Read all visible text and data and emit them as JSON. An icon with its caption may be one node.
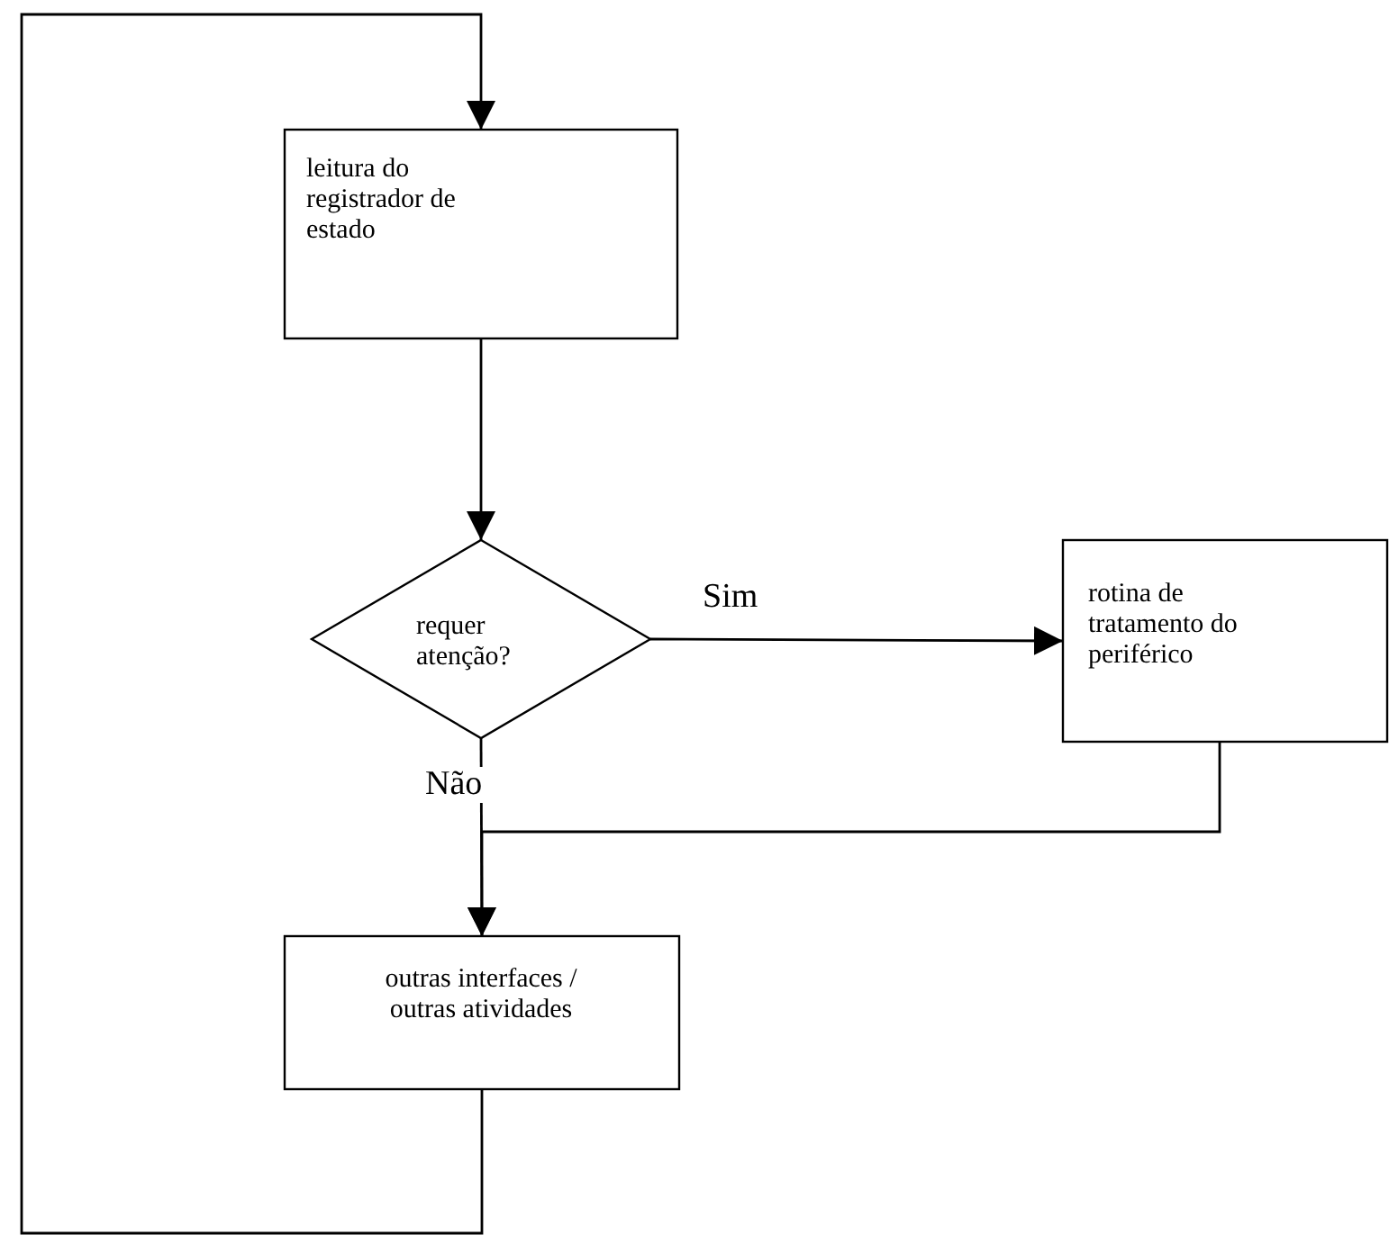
{
  "diagram": {
    "nodes": [
      {
        "text": [
          "leitura do registrador de estado"
        ]
      },
      {
        "text": [
          "requer atenção?"
        ]
      },
      {
        "text": [
          "rotina de tratamento do periférico"
        ]
      },
      {
        "text": [
          "outras interfaces / outras atividades"
        ]
      }
    ],
    "edges": [
      {
        "from": 0,
        "to": 1,
        "arrow": "to"
      },
      {
        "from": 1,
        "to": 2,
        "arrow": "to",
        "label": "Sim"
      },
      {
        "from": 1,
        "to": 3,
        "arrow": "to",
        "label": "Não"
      },
      {
        "from": 2,
        "to": 3,
        "arrow": "to"
      },
      {
        "from": 3,
        "to": 0,
        "arrow": "to"
      }
    ]
  }
}
